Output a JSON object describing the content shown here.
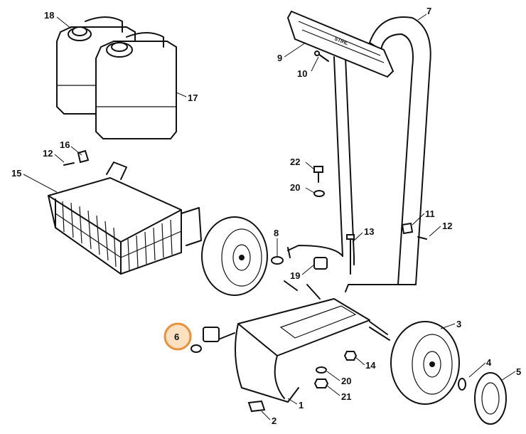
{
  "brand_text": "STIHL",
  "highlight_color": "#e8913a",
  "highlighted_part": "6",
  "callouts": [
    {
      "id": "c18",
      "label": "18"
    },
    {
      "id": "c17",
      "label": "17"
    },
    {
      "id": "c7",
      "label": "7"
    },
    {
      "id": "c9",
      "label": "9"
    },
    {
      "id": "c10",
      "label": "10"
    },
    {
      "id": "c16",
      "label": "16"
    },
    {
      "id": "c12a",
      "label": "12"
    },
    {
      "id": "c15",
      "label": "15"
    },
    {
      "id": "c22",
      "label": "22"
    },
    {
      "id": "c20a",
      "label": "20"
    },
    {
      "id": "c11",
      "label": "11"
    },
    {
      "id": "c12b",
      "label": "12"
    },
    {
      "id": "c8",
      "label": "8"
    },
    {
      "id": "c13",
      "label": "13"
    },
    {
      "id": "c19",
      "label": "19"
    },
    {
      "id": "c6",
      "label": "6"
    },
    {
      "id": "c3",
      "label": "3"
    },
    {
      "id": "c14",
      "label": "14"
    },
    {
      "id": "c4",
      "label": "4"
    },
    {
      "id": "c5",
      "label": "5"
    },
    {
      "id": "c20b",
      "label": "20"
    },
    {
      "id": "c21",
      "label": "21"
    },
    {
      "id": "c1",
      "label": "1"
    },
    {
      "id": "c2",
      "label": "2"
    }
  ]
}
